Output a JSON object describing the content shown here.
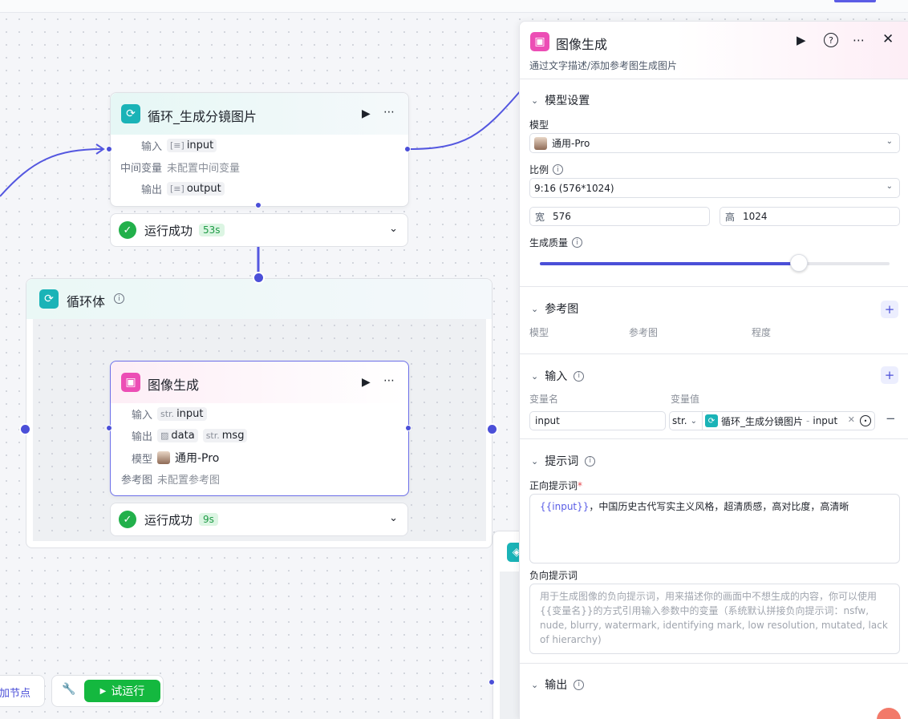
{
  "loop_node": {
    "title": "循环_生成分镜图片",
    "rows": [
      {
        "label": "输入",
        "type_icon": "array-icon",
        "value": "input"
      },
      {
        "label": "中间变量",
        "value": "未配置中间变量"
      },
      {
        "label": "输出",
        "type_icon": "array-icon",
        "value": "output"
      }
    ],
    "status": "运行成功",
    "time": "53s"
  },
  "container": {
    "title": "循环体"
  },
  "image_node": {
    "title": "图像生成",
    "rows": {
      "input_label": "输入",
      "input_prefix": "str.",
      "input_value": "input",
      "output_label": "输出",
      "output_value1": "data",
      "output_prefix2": "str.",
      "output_value2": "msg",
      "model_label": "模型",
      "model_value": "通用-Pro",
      "ref_label": "参考图",
      "ref_value": "未配置参考图"
    },
    "status": "运行成功",
    "time": "9s"
  },
  "bottom_bar": {
    "add_node": "加节点",
    "test_run": "试运行"
  },
  "panel": {
    "title": "图像生成",
    "description": "通过文字描述/添加参考图生成图片",
    "model_settings": {
      "title": "模型设置",
      "model_label": "模型",
      "model_value": "通用-Pro",
      "ratio_label": "比例",
      "ratio_value": "9:16 (576*1024)",
      "width_label": "宽",
      "width_value": "576",
      "height_label": "高",
      "height_value": "1024",
      "quality_label": "生成质量",
      "quality_level": 0.74
    },
    "reference": {
      "title": "参考图",
      "col_model": "模型",
      "col_ref": "参考图",
      "col_degree": "程度"
    },
    "input": {
      "title": "输入",
      "col_name": "变量名",
      "col_value": "变量值",
      "var_name": "input",
      "var_type": "str.",
      "ref_node": "循环_生成分镜图片",
      "ref_sep": "-",
      "ref_var": "input"
    },
    "prompt": {
      "title": "提示词",
      "positive_label": "正向提示词",
      "required_mark": "*",
      "positive_var": "{{input}}",
      "positive_text": "，中国历史古代写实主义风格，超清质感，高对比度，高清晰",
      "negative_label": "负向提示词",
      "negative_placeholder": "用于生成图像的负向提示词，用来描述你的画面中不想生成的内容，你可以使用{{变量名}}的方式引用输入参数中的变量（系统默认拼接负向提示词：nsfw, nude, blurry, watermark, identifying mark, low resolution, mutated, lack of hierarchy)"
    },
    "output": {
      "title": "输出"
    }
  },
  "colors": {
    "accent": "#4b4fd8",
    "success": "#22b04b",
    "teal_icon": "#1ab3b7",
    "pink_icon": "#ec4eb5",
    "run_button": "#14b83f"
  }
}
